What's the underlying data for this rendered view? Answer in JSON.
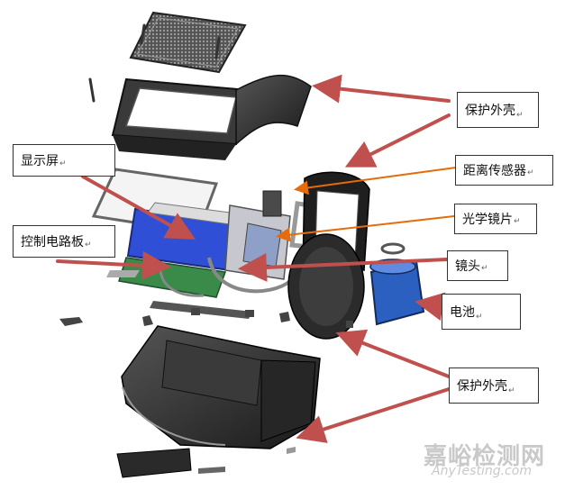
{
  "labels": {
    "shell_top": "保护外壳",
    "distance_sensor": "距离传感器",
    "display": "显示屏",
    "optical_lens": "光学镜片",
    "control_board": "控制电路板",
    "lens": "镜头",
    "battery": "电池",
    "shell_bottom": "保护外壳",
    "return_mark": "↵"
  },
  "watermark": {
    "line1": "嘉峪检测网",
    "line2": "AnyTesting.com"
  },
  "colors": {
    "red_arrow": "#c0504d",
    "orange_arrow": "#e46c0a",
    "screen_blue": "#2f4fd6",
    "battery_blue": "#2b5fc0",
    "board_green": "#3a8a4a",
    "shell_dark": "#2a2a2a"
  }
}
